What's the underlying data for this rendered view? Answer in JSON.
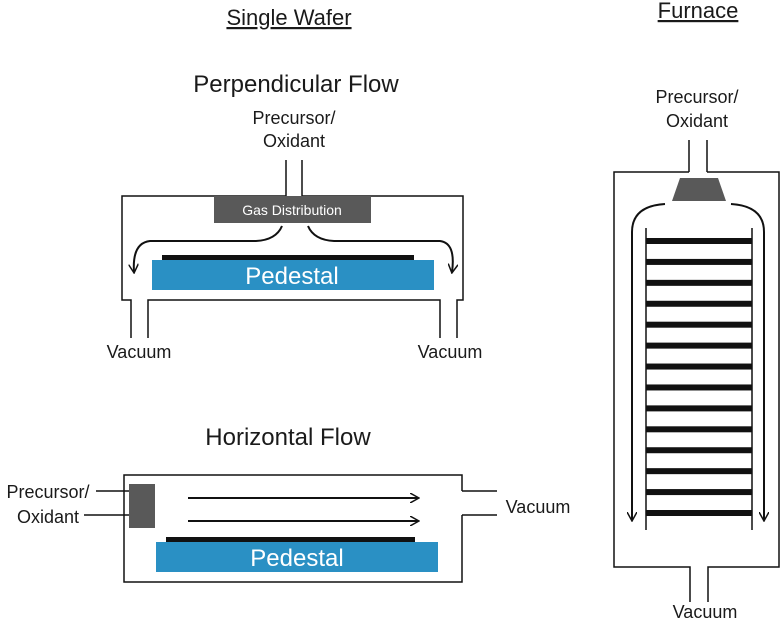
{
  "headers": {
    "single_wafer": "Single Wafer",
    "furnace": "Furnace"
  },
  "perpendicular": {
    "title": "Perpendicular Flow",
    "precursor_line1": "Precursor/",
    "precursor_line2": "Oxidant",
    "gas_distribution": "Gas Distribution",
    "pedestal": "Pedestal",
    "vacuum_left": "Vacuum",
    "vacuum_right": "Vacuum"
  },
  "horizontal": {
    "title": "Horizontal Flow",
    "precursor_line1": "Precursor/",
    "precursor_line2": "Oxidant",
    "pedestal": "Pedestal",
    "vacuum": "Vacuum"
  },
  "furnace": {
    "precursor_line1": "Precursor/",
    "precursor_line2": "Oxidant",
    "vacuum": "Vacuum",
    "wafer_count": 14
  },
  "colors": {
    "pedestal": "#2a90c4",
    "gas_block": "#595959",
    "wafer": "#111111",
    "stroke": "#111111"
  }
}
